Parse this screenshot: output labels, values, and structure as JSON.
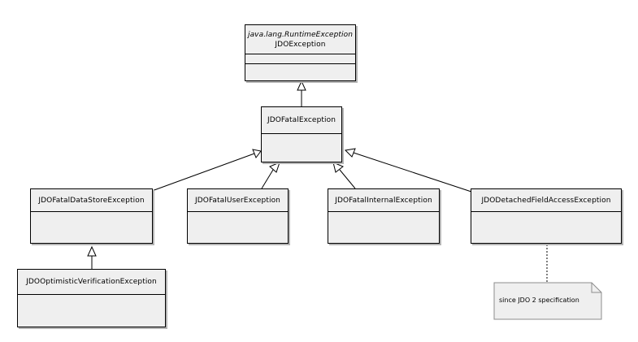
{
  "diagram": {
    "colors": {
      "box_fill": "#efefef",
      "line": "#000000",
      "shadow": "#b4b4b4"
    },
    "classes": {
      "runtime": {
        "stereotype": "java.lang.RuntimeException",
        "name": "JDOException"
      },
      "fatal": {
        "name": "JDOFatalException"
      },
      "datastore": {
        "name": "JDOFatalDataStoreException"
      },
      "user": {
        "name": "JDOFatalUserException"
      },
      "internal": {
        "name": "JDOFatalInternalException"
      },
      "detached": {
        "name": "JDODetachedFieldAccessException"
      },
      "optimistic": {
        "name": "JDOOptimisticVerificationException"
      }
    },
    "note": {
      "text": "since JDO 2 specification"
    }
  }
}
